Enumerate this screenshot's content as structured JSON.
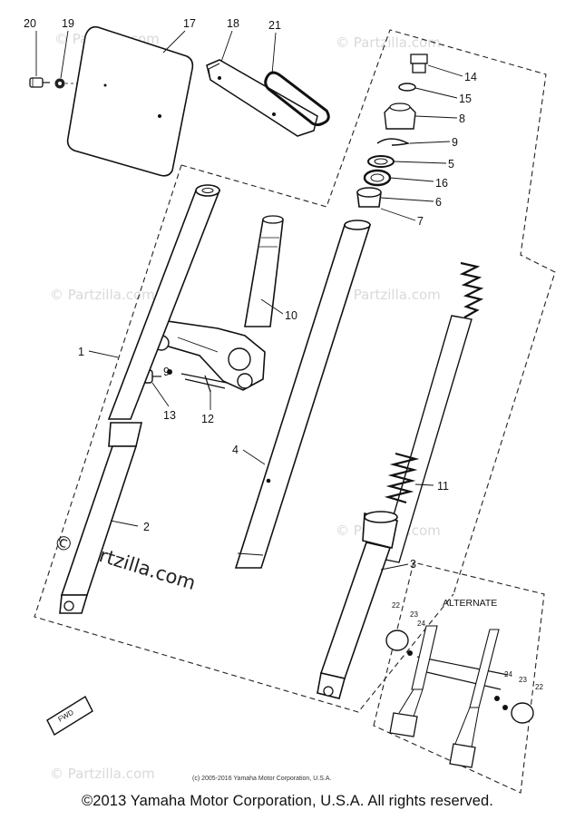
{
  "diagram": {
    "part_labels": [
      {
        "id": "p20",
        "text": "20"
      },
      {
        "id": "p19",
        "text": "19"
      },
      {
        "id": "p17",
        "text": "17"
      },
      {
        "id": "p18",
        "text": "18"
      },
      {
        "id": "p21",
        "text": "21"
      },
      {
        "id": "p14",
        "text": "14"
      },
      {
        "id": "p15",
        "text": "15"
      },
      {
        "id": "p8",
        "text": "8"
      },
      {
        "id": "p9a",
        "text": "9"
      },
      {
        "id": "p5",
        "text": "5"
      },
      {
        "id": "p16",
        "text": "16"
      },
      {
        "id": "p6",
        "text": "6"
      },
      {
        "id": "p7",
        "text": "7"
      },
      {
        "id": "p10",
        "text": "10"
      },
      {
        "id": "p1",
        "text": "1"
      },
      {
        "id": "p9b",
        "text": "9"
      },
      {
        "id": "p13",
        "text": "13"
      },
      {
        "id": "p12",
        "text": "12"
      },
      {
        "id": "p4",
        "text": "4"
      },
      {
        "id": "p11",
        "text": "11"
      },
      {
        "id": "p2",
        "text": "2"
      },
      {
        "id": "p3",
        "text": "3"
      }
    ],
    "alternate": {
      "title": "ALTERNATE",
      "labels": [
        {
          "id": "a22l",
          "text": "22"
        },
        {
          "id": "a23l",
          "text": "23"
        },
        {
          "id": "a24l",
          "text": "24"
        },
        {
          "id": "a24r",
          "text": "24"
        },
        {
          "id": "a23r",
          "text": "23"
        },
        {
          "id": "a22r",
          "text": "22"
        }
      ]
    },
    "fwd_mark": "FWD",
    "watermark": "© Partzilla.com",
    "small_copyright": "(c) 2005-2016 Yamaha Motor Corporation, U.S.A."
  },
  "footer": {
    "copyright": "©2013 Yamaha Motor Corporation, U.S.A. All rights reserved."
  }
}
